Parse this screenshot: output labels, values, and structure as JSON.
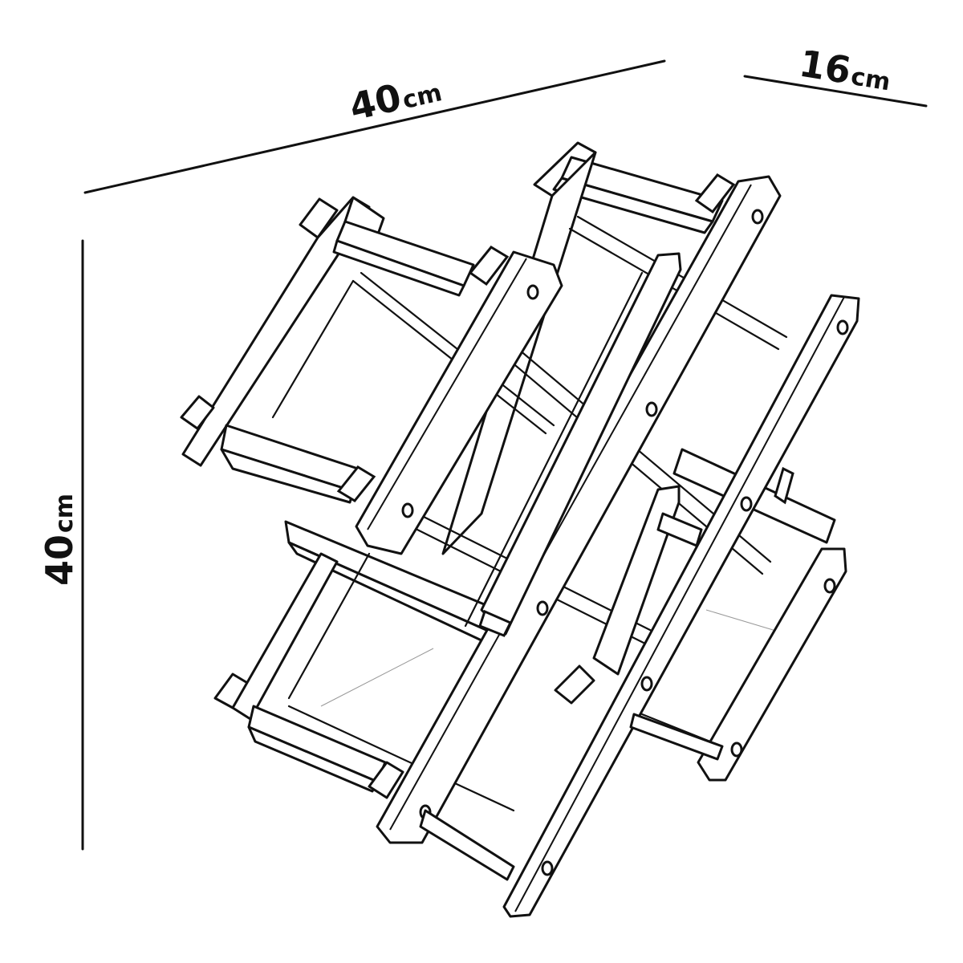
{
  "dimensions": {
    "width": {
      "value": "40",
      "unit": "cm"
    },
    "depth": {
      "value": "16",
      "unit": "cm"
    },
    "height": {
      "value": "40",
      "unit": "cm"
    }
  },
  "figure": {
    "subject": "foldable-wine-rack-line-drawing",
    "stroke_color": "#111111",
    "background_color": "#ffffff"
  }
}
